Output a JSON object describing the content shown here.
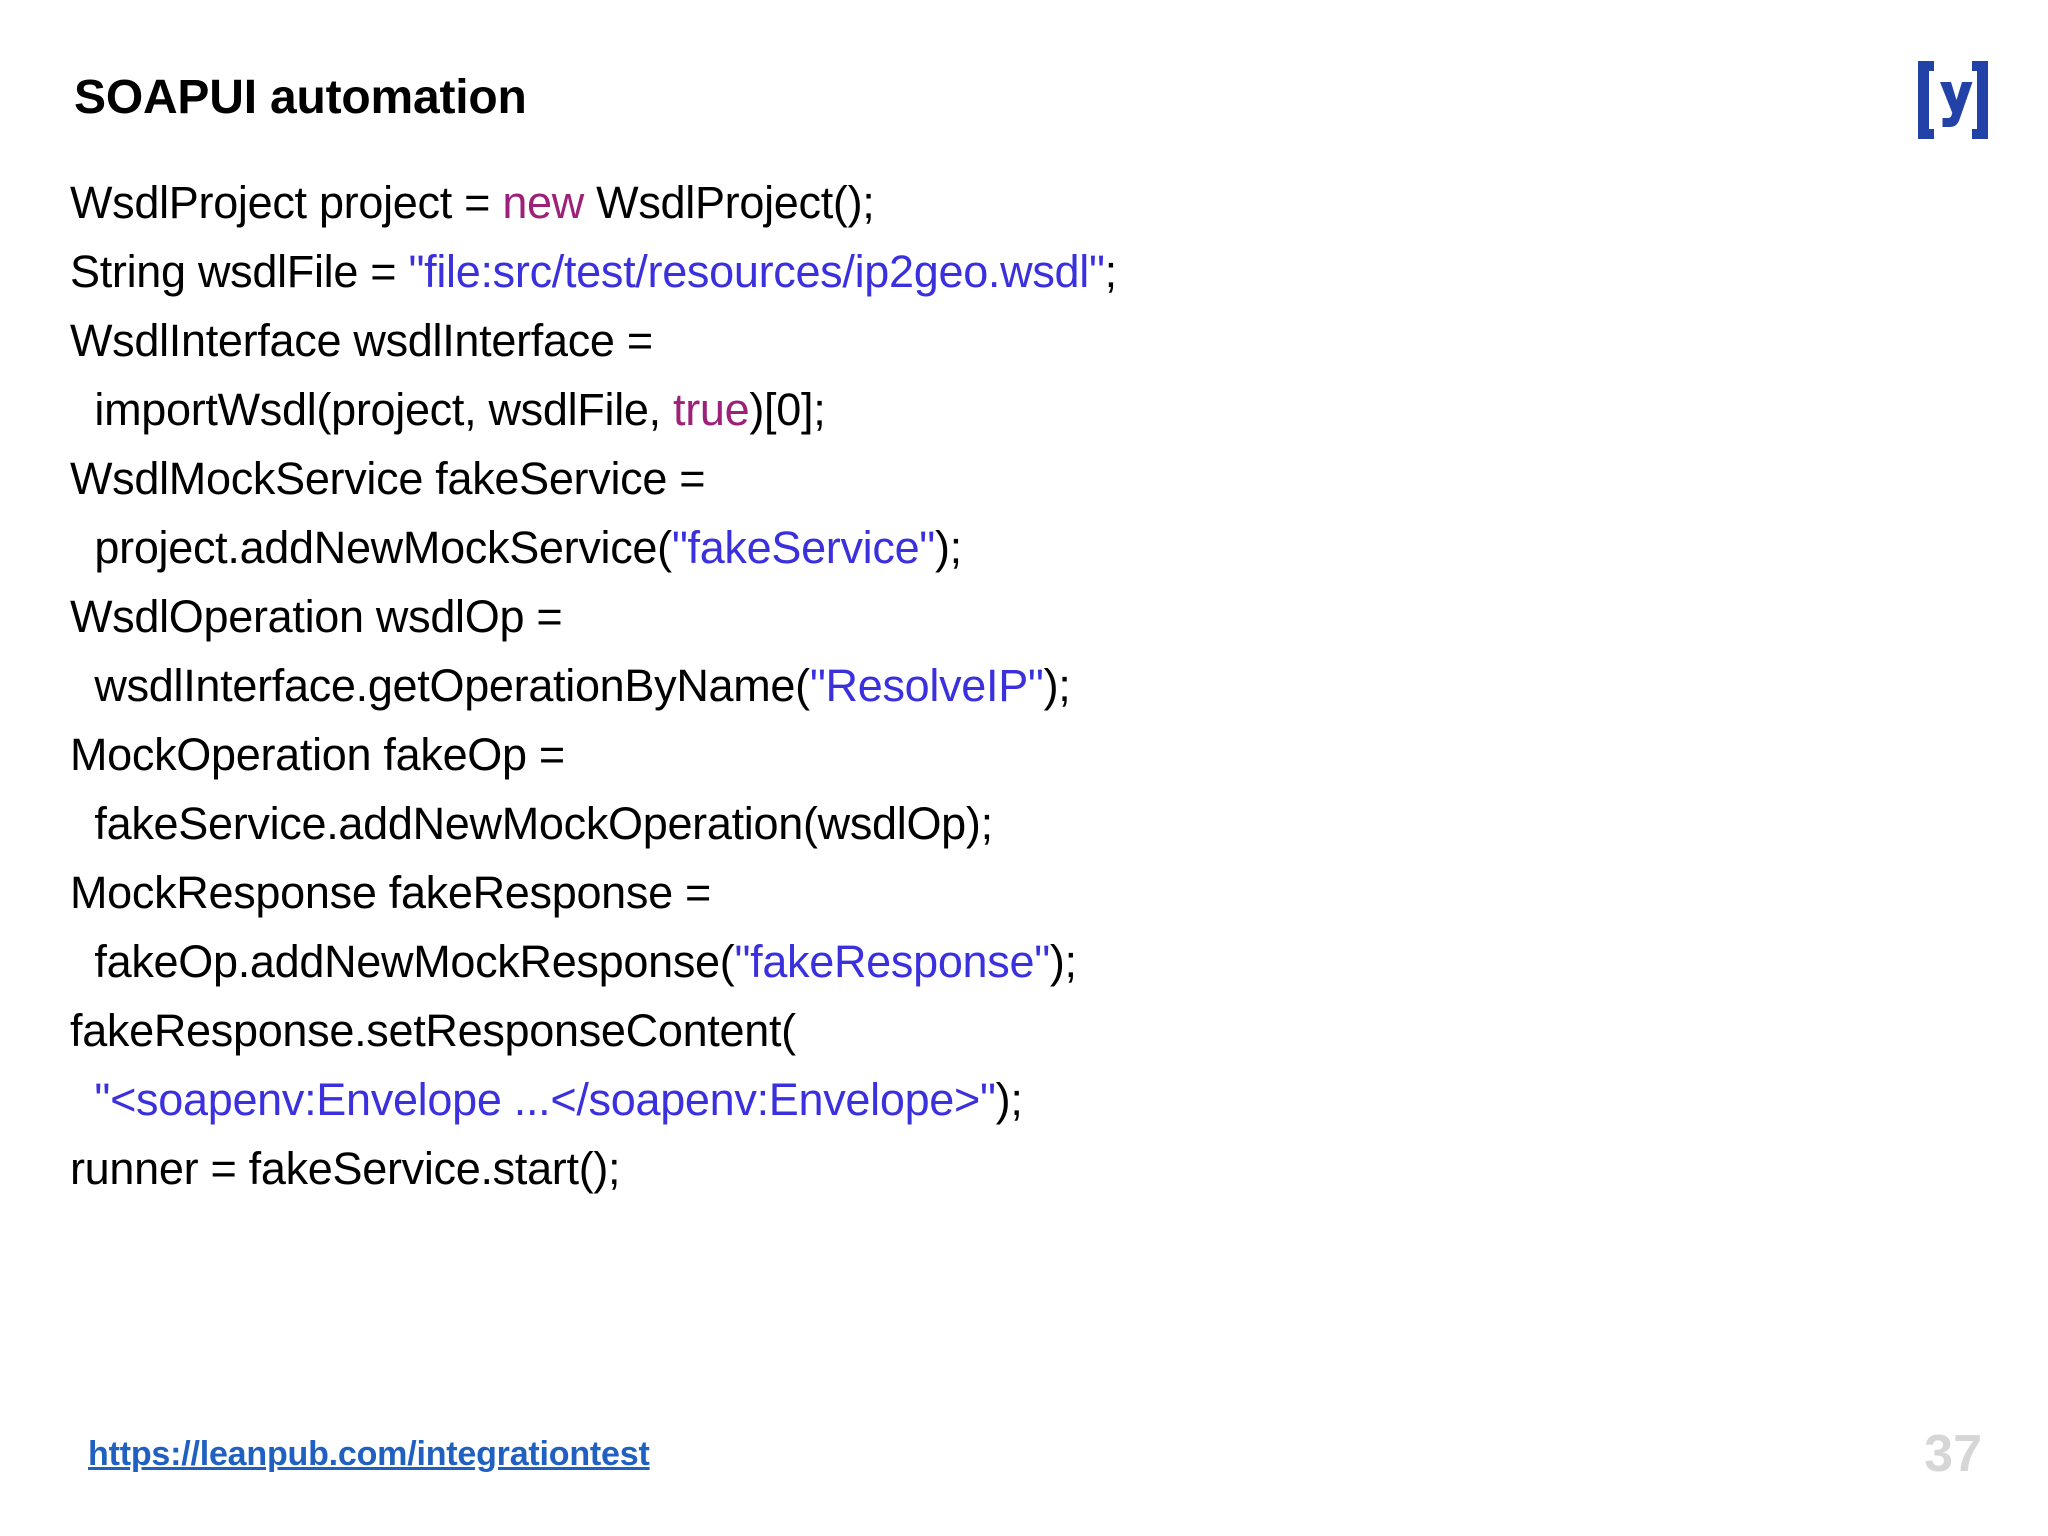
{
  "slide": {
    "title": "SOAPUI automation",
    "background_color": "#FFFFFF",
    "logo": {
      "icon_name": "brackets-y-logo",
      "glyph": "(y)",
      "color": "#2342A8"
    }
  },
  "colors": {
    "text": "#000000",
    "keyword": "#9E2179",
    "string": "#3B30DE",
    "footer_link": "#2060C0",
    "page_number": "#D6D6D6",
    "logo": "#2342A8"
  },
  "code": {
    "language": "java",
    "lines": [
      {
        "indent": 0,
        "tokens": [
          {
            "t": "WsdlProject project = ",
            "c": "plain"
          },
          {
            "t": "new",
            "c": "kw"
          },
          {
            "t": " WsdlProject();",
            "c": "plain"
          }
        ]
      },
      {
        "indent": 0,
        "tokens": [
          {
            "t": "String wsdlFile = ",
            "c": "plain"
          },
          {
            "t": "\"file:src/test/resources/ip2geo.wsdl\"",
            "c": "str"
          },
          {
            "t": ";",
            "c": "plain"
          }
        ]
      },
      {
        "indent": 0,
        "tokens": [
          {
            "t": "WsdlInterface wsdlInterface =",
            "c": "plain"
          }
        ]
      },
      {
        "indent": 1,
        "tokens": [
          {
            "t": "importWsdl(project, wsdlFile, ",
            "c": "plain"
          },
          {
            "t": "true",
            "c": "kw"
          },
          {
            "t": ")[0];",
            "c": "plain"
          }
        ]
      },
      {
        "indent": 0,
        "tokens": [
          {
            "t": "WsdlMockService fakeService =",
            "c": "plain"
          }
        ]
      },
      {
        "indent": 1,
        "tokens": [
          {
            "t": "project.addNewMockService(",
            "c": "plain"
          },
          {
            "t": "\"fakeService\"",
            "c": "str"
          },
          {
            "t": ");",
            "c": "plain"
          }
        ]
      },
      {
        "indent": 0,
        "tokens": [
          {
            "t": "WsdlOperation wsdlOp =",
            "c": "plain"
          }
        ]
      },
      {
        "indent": 1,
        "tokens": [
          {
            "t": "wsdlInterface.getOperationByName(",
            "c": "plain"
          },
          {
            "t": "\"ResolveIP\"",
            "c": "str"
          },
          {
            "t": ");",
            "c": "plain"
          }
        ]
      },
      {
        "indent": 0,
        "tokens": [
          {
            "t": "MockOperation fakeOp =",
            "c": "plain"
          }
        ]
      },
      {
        "indent": 1,
        "tokens": [
          {
            "t": "fakeService.addNewMockOperation(wsdlOp);",
            "c": "plain"
          }
        ]
      },
      {
        "indent": 0,
        "tokens": [
          {
            "t": "MockResponse fakeResponse =",
            "c": "plain"
          }
        ]
      },
      {
        "indent": 1,
        "tokens": [
          {
            "t": "fakeOp.addNewMockResponse(",
            "c": "plain"
          },
          {
            "t": "\"fakeResponse\"",
            "c": "str"
          },
          {
            "t": ");",
            "c": "plain"
          }
        ]
      },
      {
        "indent": 0,
        "tokens": [
          {
            "t": "fakeResponse.setResponseContent(",
            "c": "plain"
          }
        ]
      },
      {
        "indent": 1,
        "tokens": [
          {
            "t": "\"<soapenv:Envelope ...</soapenv:Envelope>\"",
            "c": "str"
          },
          {
            "t": ");",
            "c": "plain"
          }
        ]
      },
      {
        "indent": 0,
        "tokens": [
          {
            "t": "runner = fakeService.start();",
            "c": "plain"
          }
        ]
      }
    ]
  },
  "footer": {
    "url": "https://leanpub.com/integrationtest",
    "page_number": "37"
  }
}
